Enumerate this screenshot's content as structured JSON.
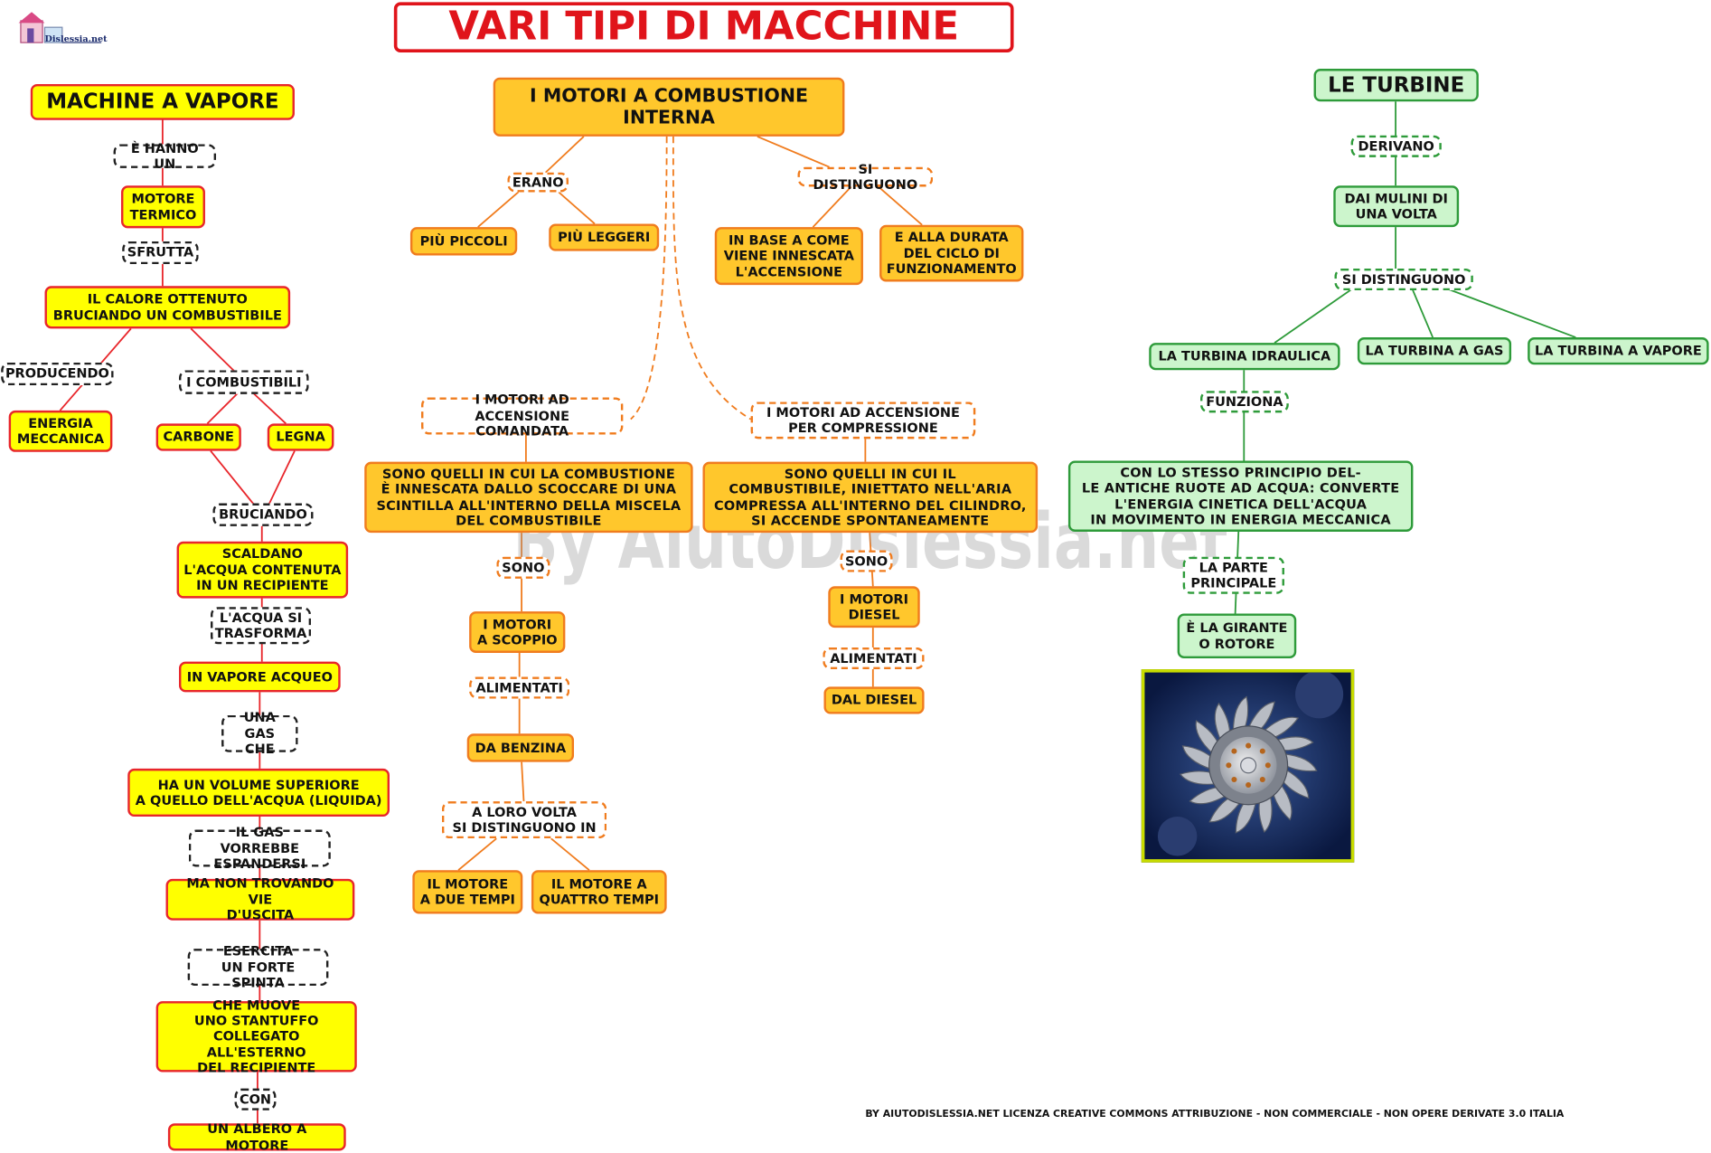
{
  "title": "VARI TIPI DI MACCHINE",
  "logo_text": "Dislessia.net",
  "watermark": "By AiutoDislessia.net",
  "footer": "BY AIUTODISLESSIA.NET LICENZA CREATIVE COMMONS ATTRIBUZIONE - NON COMMERCIALE - NON OPERE DERIVATE 3.0 ITALIA",
  "vapore": {
    "header": "MACHINE A VAPORE",
    "c_hanno": "È HANNO UN",
    "motore_termico": "MOTORE\nTERMICO",
    "c_sfrutta": "SFRUTTA",
    "calore": "IL CALORE OTTENUTO\nBRUCIANDO UN COMBUSTIBILE",
    "c_producendo": "PRODUCENDO",
    "energia": "ENERGIA\nMECCANICA",
    "c_combustibili": "I COMBUSTIBILI",
    "carbone": "CARBONE",
    "legna": "LEGNA",
    "c_bruciando": "BRUCIANDO",
    "scaldano": "SCALDANO\nL'ACQUA CONTENUTA\nIN UN RECIPIENTE",
    "c_acqua": "L'ACQUA SI\nTRASFORMA",
    "vapore_acqueo": "IN VAPORE ACQUEO",
    "c_gas": "UNA GAS\nCHE",
    "volume": "HA UN VOLUME SUPERIORE\nA QUELLO DELL'ACQUA (LIQUIDA)",
    "c_espandersi": "IL GAS VORREBBE\nESPANDERSI",
    "non_trovando": "MA NON TROVANDO VIE\nD'USCITA",
    "c_esercita": "ESERCITA\nUN FORTE SPINTA",
    "stantuffo": "CHE MUOVE\nUNO STANTUFFO\nCOLLEGATO ALL'ESTERNO\nDEL RECIPIENTE",
    "c_con": "CON",
    "albero": "UN ALBERO A MOTORE"
  },
  "combustione": {
    "header": "I MOTORI A COMBUSTIONE\nINTERNA",
    "c_erano": "ERANO",
    "piccoli": "PIÙ PICCOLI",
    "leggeri": "PIÙ LEGGERI",
    "c_distinguono": "SI DISTINGUONO",
    "innescata": "IN BASE A COME\nVIENE INNESCATA\nL'ACCENSIONE",
    "durata": "E ALLA DURATA\nDEL CICLO DI\nFUNZIONAMENTO",
    "c_comandata": "I MOTORI AD\nACCENSIONE COMANDATA",
    "desc_comandata": "SONO  QUELLI  IN  CUI  LA  COMBUSTIONE\nÈ  INNESCATA  DALLO  SCOCCARE  DI  UNA\nSCINTILLA  ALL'INTERNO  DELLA  MISCELA\nDEL COMBUSTIBILE",
    "c_sono1": "SONO",
    "scoppio": "I MOTORI\nA SCOPPIO",
    "c_alim1": "ALIMENTATI",
    "benzina": "DA BENZINA",
    "c_loro": "A LORO VOLTA\nSI DISTINGUONO IN",
    "due_tempi": "IL MOTORE\nA DUE TEMPI",
    "quattro_tempi": "IL MOTORE A\nQUATTRO TEMPI",
    "c_compressione": "I  MOTORI  AD  ACCENSIONE\nPER  COMPRESSIONE",
    "desc_compressione": "SONO  QUELLI  IN  CUI  IL\nCOMBUSTIBILE,  INIETTATO  NELL'ARIA\nCOMPRESSA  ALL'INTERNO  DEL  CILINDRO,\nSI  ACCENDE  SPONTANEAMENTE",
    "c_sono2": "SONO",
    "diesel": "I MOTORI\nDIESEL",
    "c_alim2": "ALIMENTATI",
    "dal_diesel": "DAL DIESEL"
  },
  "turbine": {
    "header": "LE TURBINE",
    "c_derivano": "DERIVANO",
    "mulini": "DAI MULINI DI\nUNA VOLTA",
    "c_distinguono": "SI DISTINGUONO",
    "idraulica": "LA TURBINA IDRAULICA",
    "gas": "LA TURBINA A GAS",
    "vapore": "LA TURBINA A VAPORE",
    "c_funziona": "FUNZIONA",
    "principio": "CON LO STESSO PRINCIPIO DEL-\nLE  ANTICHE  RUOTE  AD  ACQUA:  CONVERTE\nL'ENERGIA CINETICA DELL'ACQUA\nIN MOVIMENTO IN ENERGIA MECCANICA",
    "c_parte": "LA PARTE\nPRINCIPALE",
    "girante": "È LA GIRANTE\nO ROTORE"
  },
  "colors": {
    "title_red": "#e0141b",
    "yellow_fill": "#ffff00",
    "red_border": "#e8262b",
    "orange_fill": "#ffc72c",
    "orange_border": "#f07c1e",
    "green_fill": "#ccf5cc",
    "green_border": "#2e9b3a"
  }
}
